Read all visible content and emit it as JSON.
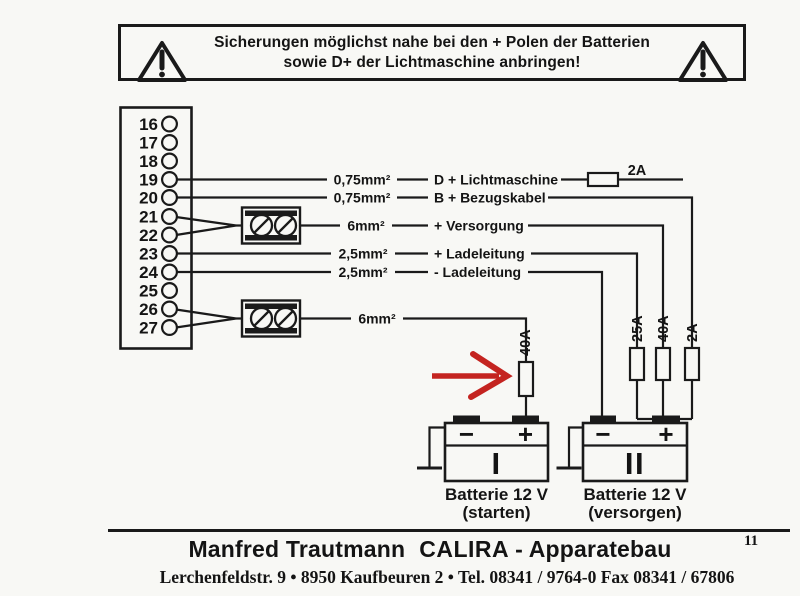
{
  "colors": {
    "paper": "#f8f8f5",
    "ink": "#1a1a1a",
    "arrow_red": "#c42420"
  },
  "warning_banner": {
    "icon": "warning-triangle-icon",
    "line1": "Sicherungen möglichst nahe bei den + Polen der Batterien",
    "line2": "sowie D+ der Lichtmaschine anbringen!"
  },
  "terminal_block": {
    "numbers": [
      "16",
      "17",
      "18",
      "19",
      "20",
      "21",
      "22",
      "23",
      "24",
      "25",
      "26",
      "27"
    ]
  },
  "wires": {
    "d_plus": {
      "gauge": "0,75mm²",
      "label": "D + Lichtmaschine"
    },
    "b_plus": {
      "gauge": "0,75mm²",
      "label": "B + Bezugskabel"
    },
    "versorgung": {
      "gauge": "6mm²",
      "label": "+ Versorgung"
    },
    "lade_plus": {
      "gauge": "2,5mm²",
      "label": "+ Ladeleitung"
    },
    "lade_minus": {
      "gauge": "2,5mm²",
      "label": "- Ladeleitung"
    },
    "starter": {
      "gauge": "6mm²"
    }
  },
  "fuses": {
    "lichtmaschine": "2A",
    "starter": "40A",
    "lade": "25A",
    "versorgung": "40A",
    "bezug": "2A"
  },
  "batteries": [
    {
      "numeral": "I",
      "minus": "−",
      "plus": "+",
      "label_line1": "Batterie 12 V",
      "label_line2": "(starten)"
    },
    {
      "numeral": "II",
      "minus": "−",
      "plus": "+",
      "label_line1": "Batterie 12 V",
      "label_line2": "(versorgen)"
    }
  ],
  "footer": {
    "page_number": "11",
    "name": "Manfred Trautmann",
    "brand": "CALIRA",
    "suffix": "- Apparatebau",
    "address": "Lerchenfeldstr. 9  •  8950 Kaufbeuren 2  •  Tel. 08341 / 9764-0  Fax 08341 / 67806"
  }
}
